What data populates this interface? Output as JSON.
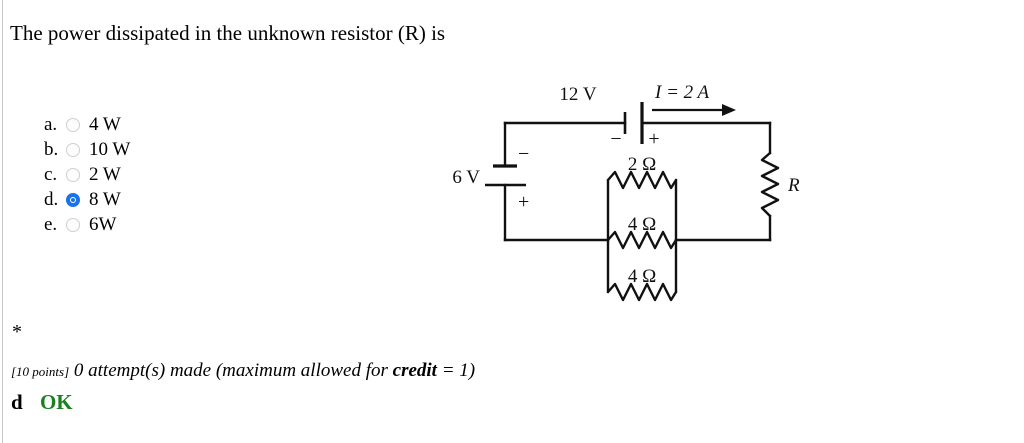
{
  "question": {
    "text": "The power dissipated in the unknown resistor (R) is"
  },
  "options": [
    {
      "letter": "a.",
      "label": "4 W",
      "selected": false
    },
    {
      "letter": "b.",
      "label": "10 W",
      "selected": false
    },
    {
      "letter": "c.",
      "label": "2 W",
      "selected": false
    },
    {
      "letter": "d.",
      "label": "8 W",
      "selected": true
    },
    {
      "letter": "e.",
      "label": "6W",
      "selected": false
    }
  ],
  "circuit": {
    "source_top": "12 V",
    "source_top_minus": "−",
    "source_top_plus": "+",
    "source_left": "6 V",
    "source_left_minus": "−",
    "source_left_plus": "+",
    "current_label": "I = 2 A",
    "resistor_1": "2 Ω",
    "resistor_2": "4 Ω",
    "resistor_3": "4 Ω",
    "unknown_resistor": "R"
  },
  "footer": {
    "asterisk": "*",
    "points": "[10 points]",
    "attempt_text_1": "0 attempt(s) made (maximum allowed for ",
    "credit_word": "credit",
    "attempt_text_2": " = 1)",
    "answer": "d",
    "status": "OK",
    "status_color": "#1b8020",
    "selected_color": "#1a73e8"
  }
}
